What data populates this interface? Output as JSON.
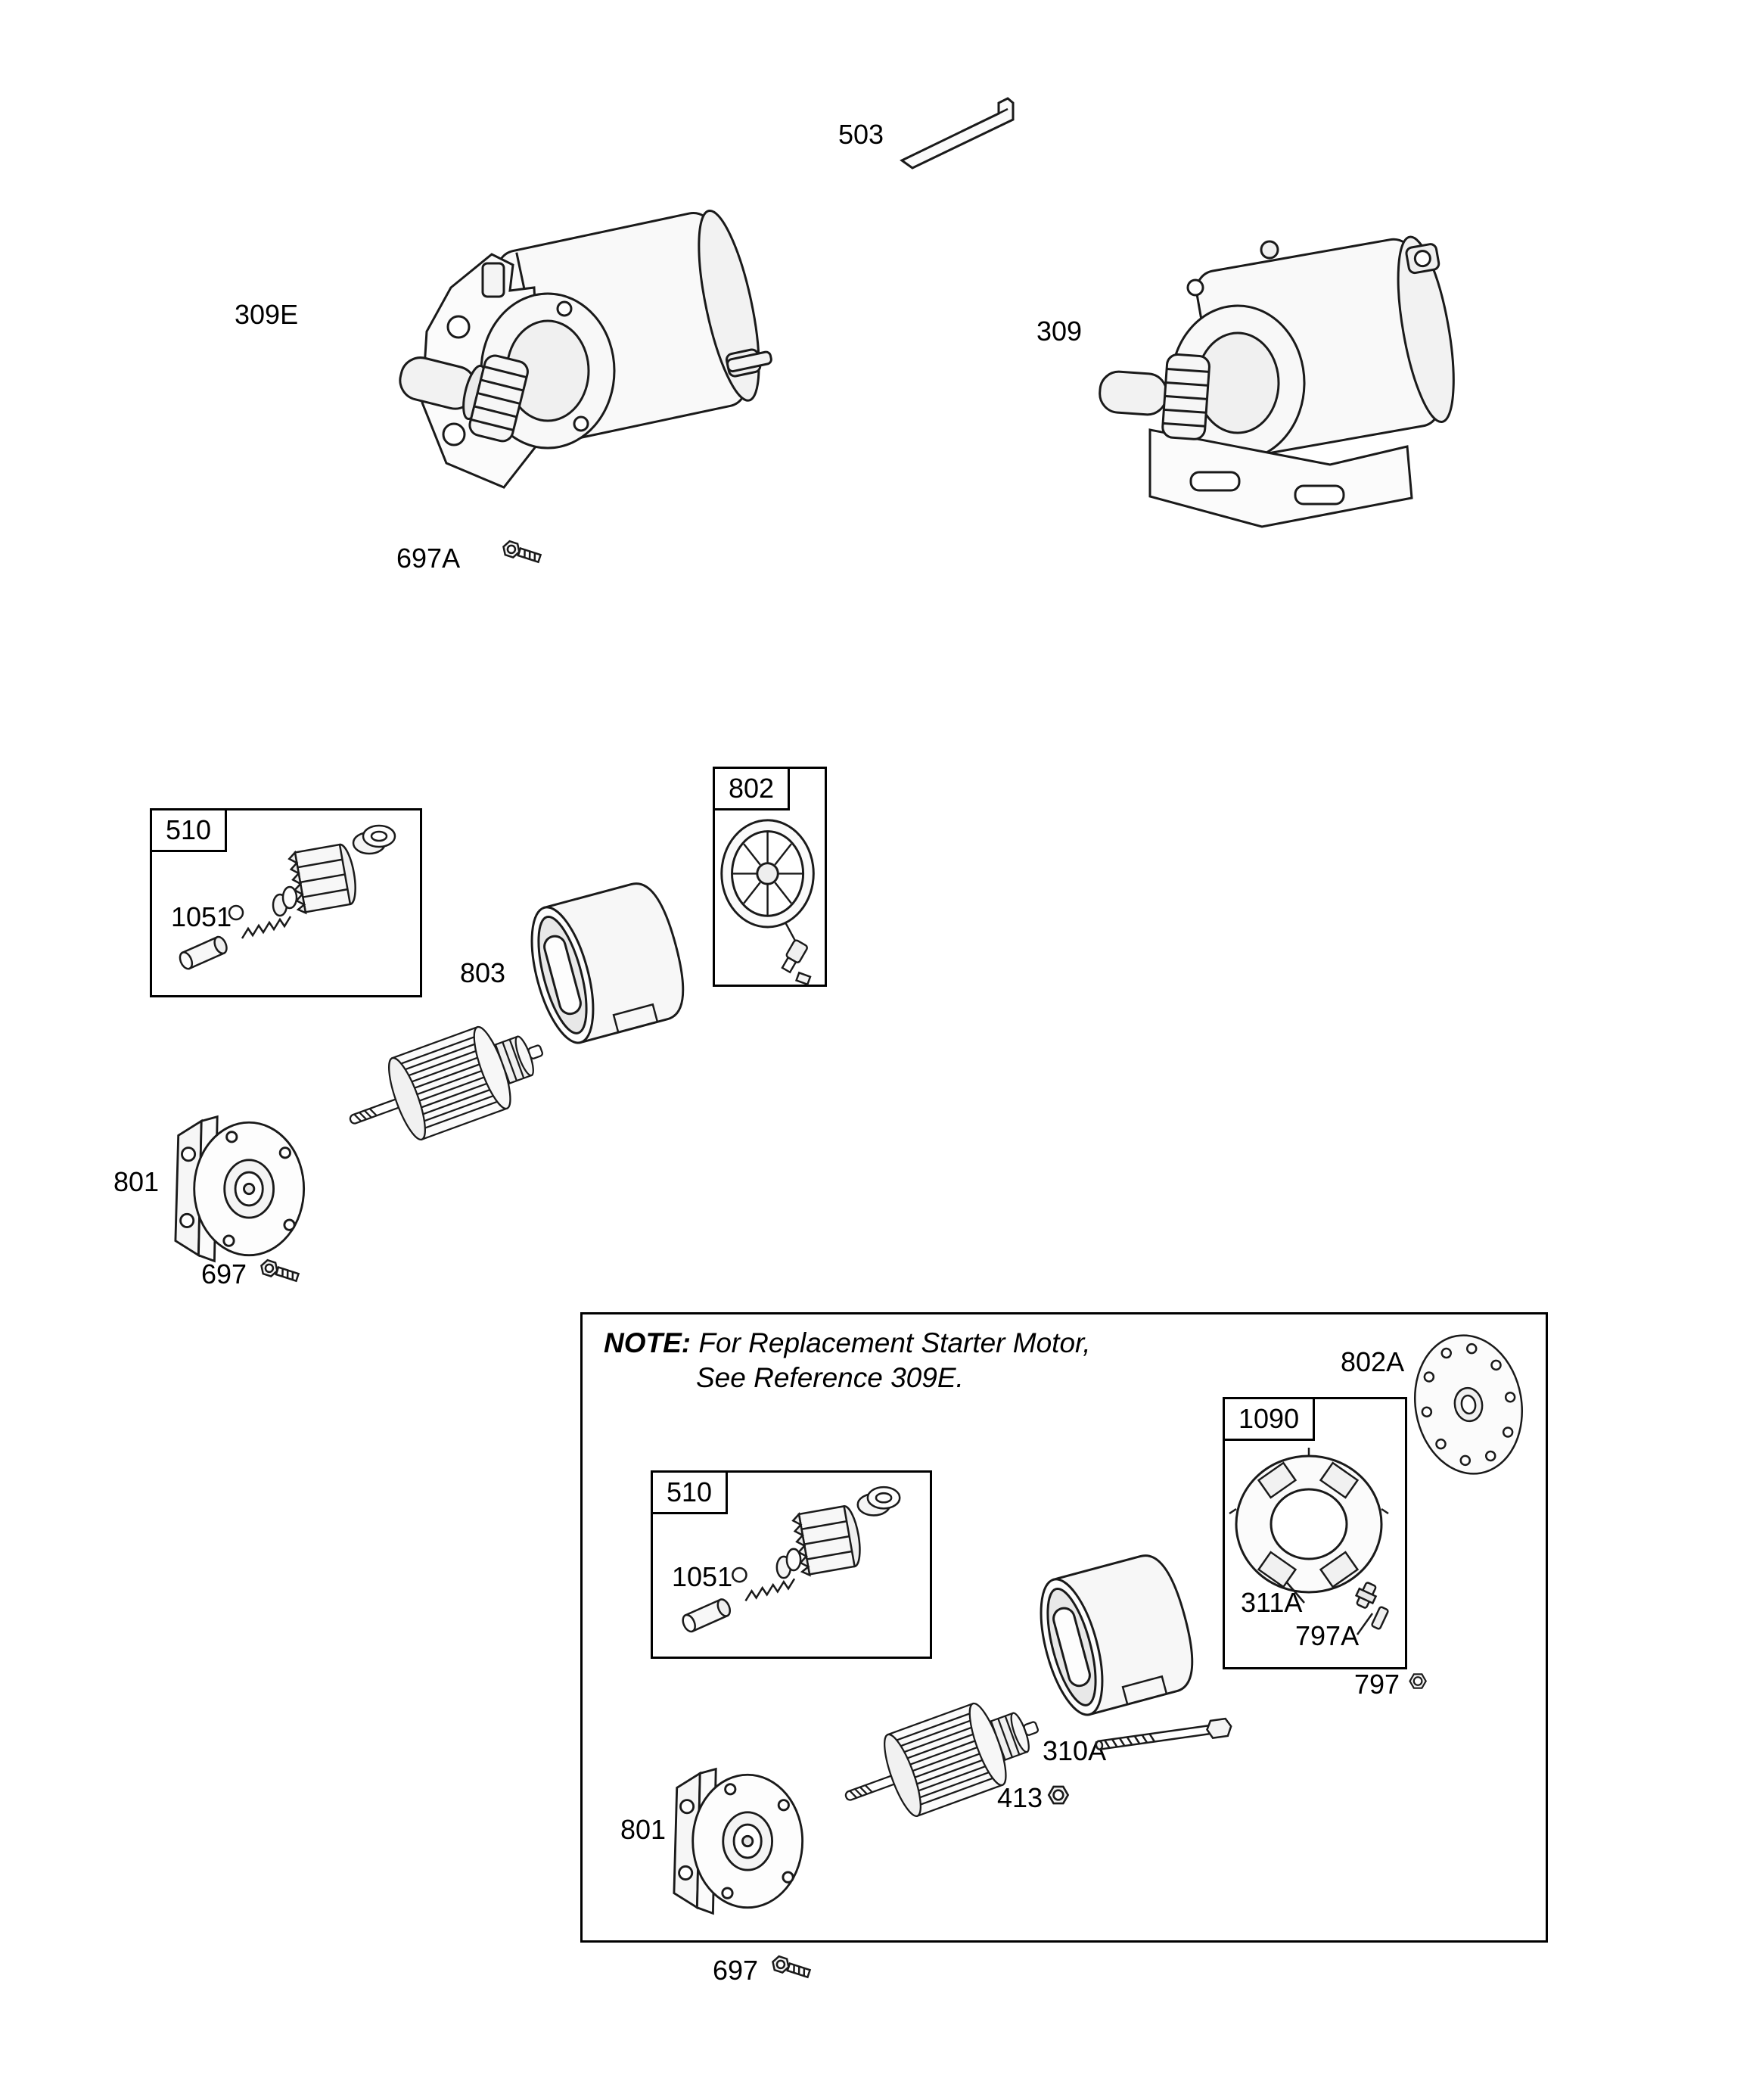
{
  "callouts": {
    "c503": "503",
    "c309e": "309E",
    "c309": "309",
    "c697a": "697A",
    "c510_top": "510",
    "c1051_top": "1051",
    "c803": "803",
    "c802": "802",
    "c801_top": "801",
    "c697_top": "697",
    "c802a": "802A",
    "c1090": "1090",
    "c510_bottom": "510",
    "c1051_bottom": "1051",
    "c311a": "311A",
    "c797a": "797A",
    "c797": "797",
    "c310a": "310A",
    "c413": "413",
    "c801_bottom": "801",
    "c697_bottom": "697"
  },
  "note": {
    "label": "NOTE:",
    "line1": "For Replacement Starter Motor,",
    "line2": "See Reference 309E."
  },
  "colors": {
    "line": "#1a1a1a",
    "paper": "#ffffff"
  }
}
